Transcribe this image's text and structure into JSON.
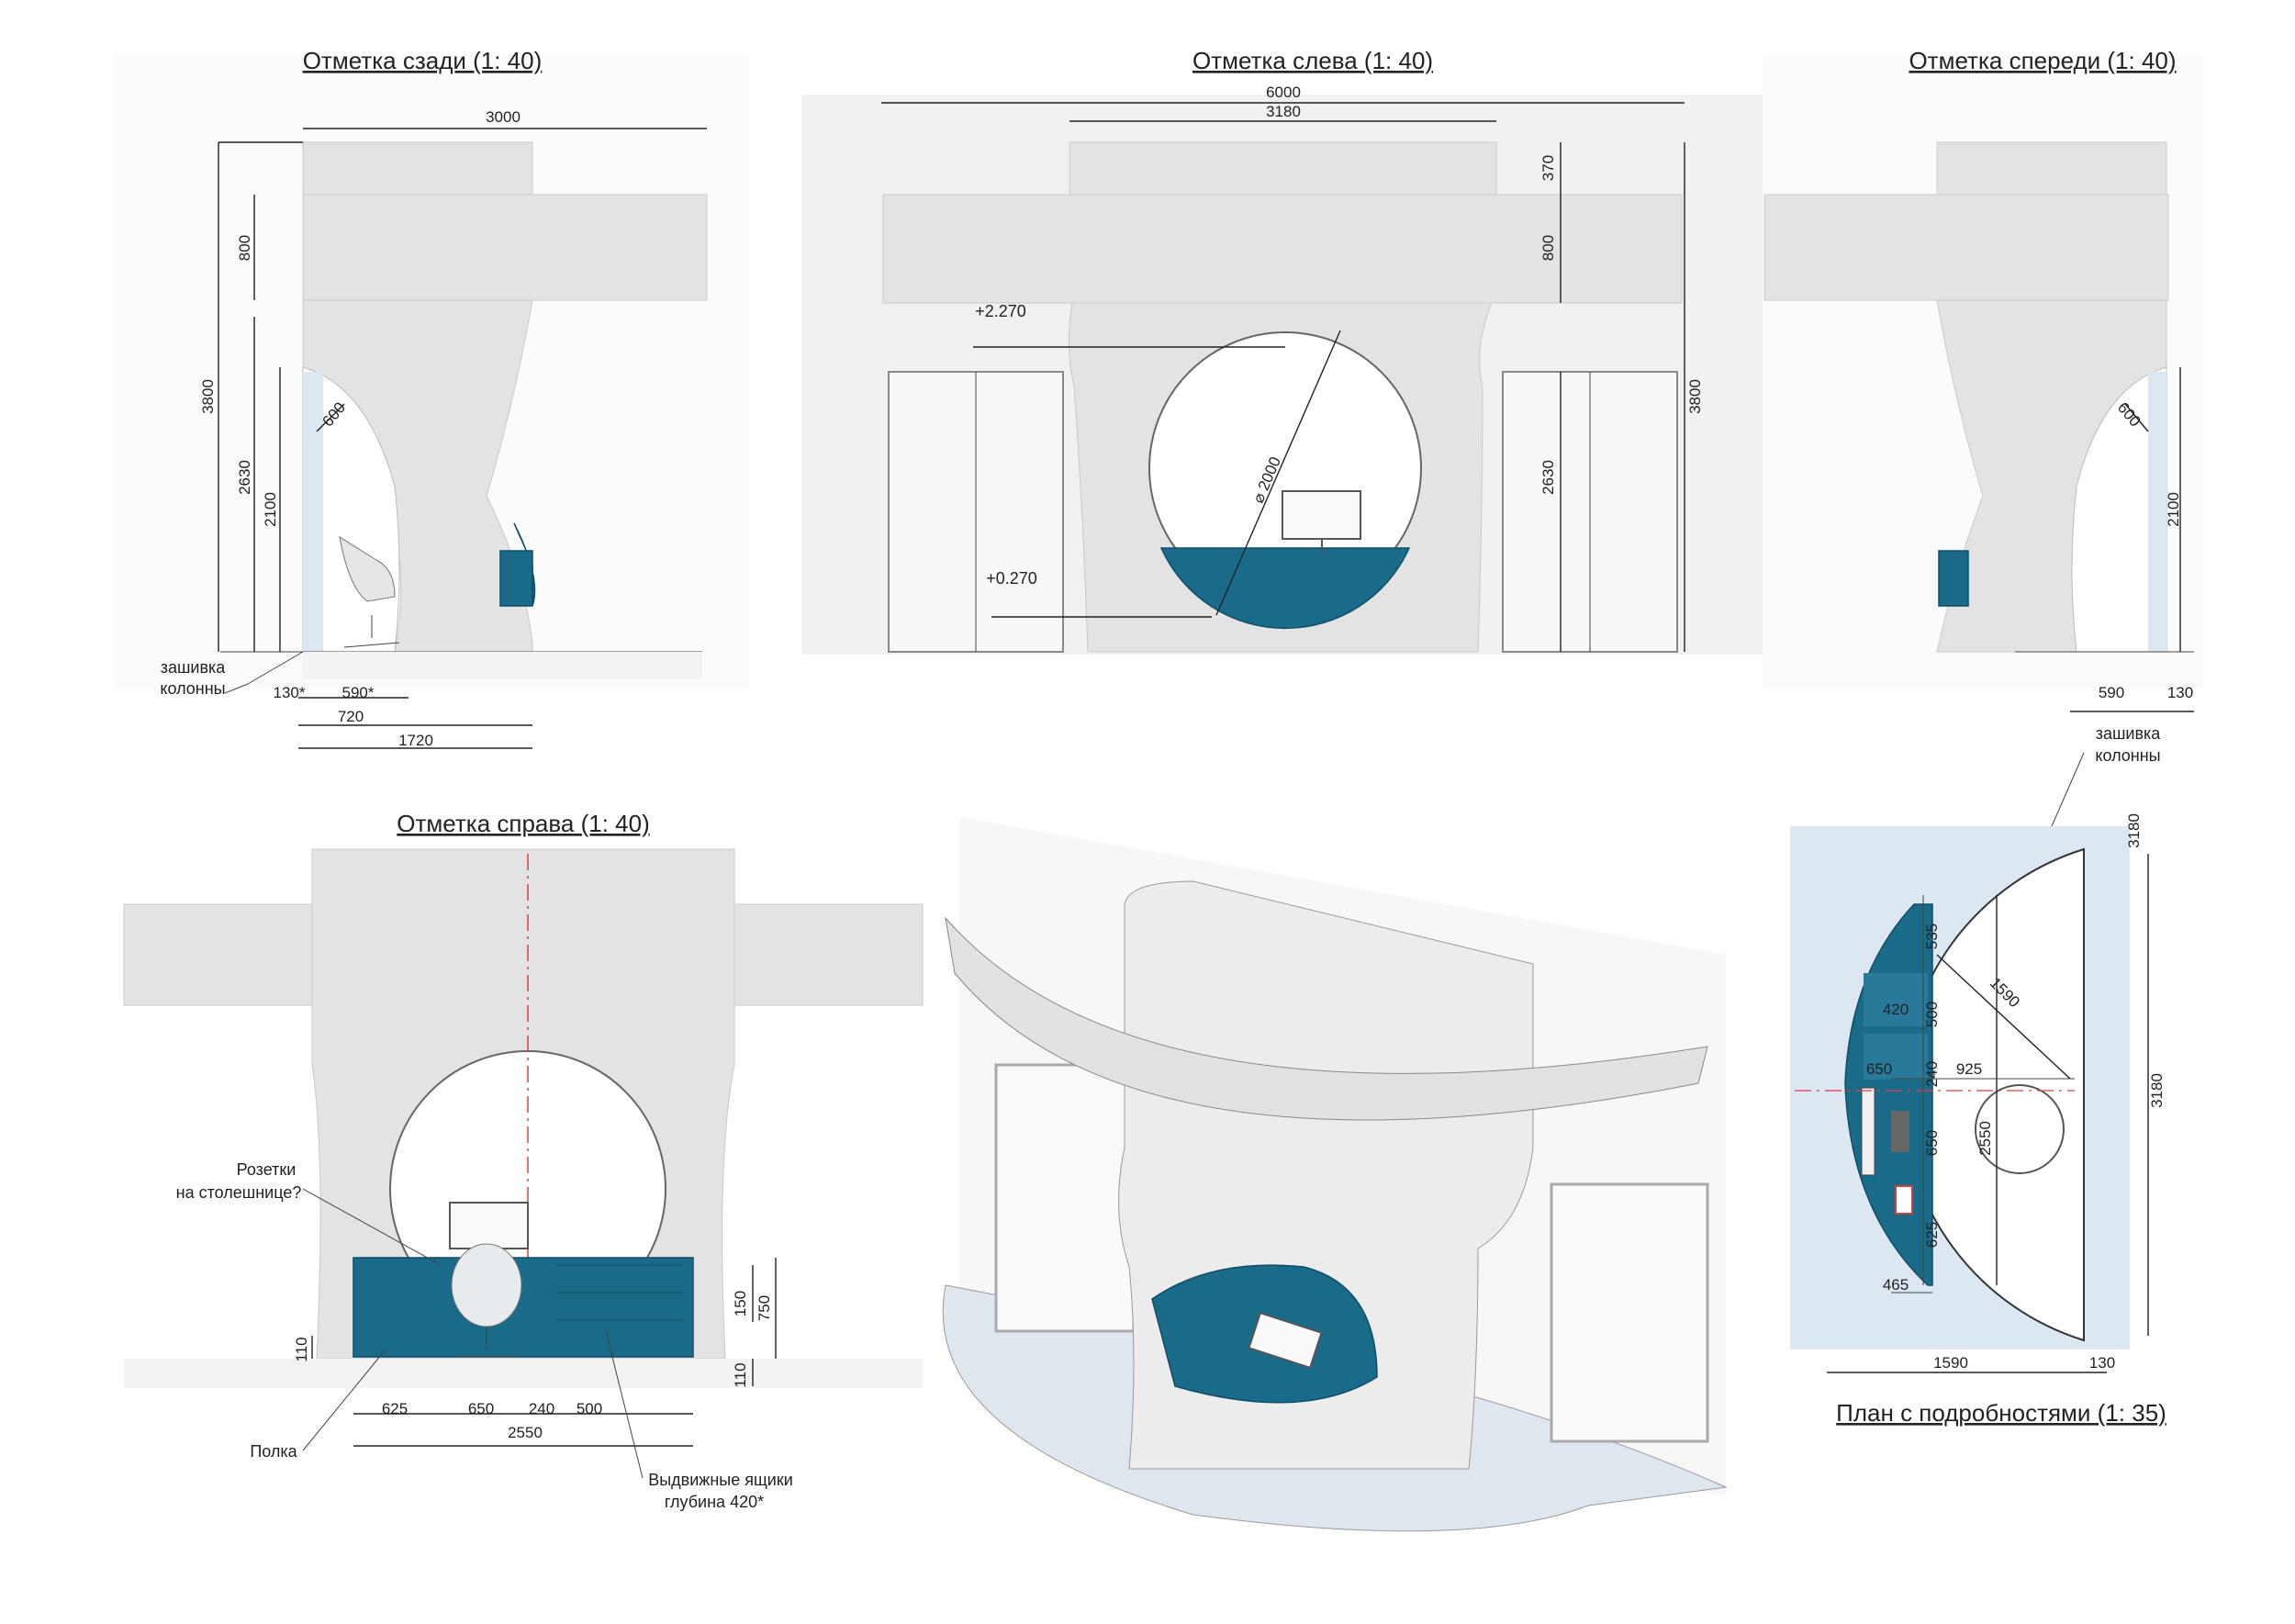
{
  "views": {
    "back": {
      "title": "Отметка сзади (1: 40)",
      "dims": [
        "3000",
        "800",
        "3800",
        "2630",
        "2100",
        "600",
        "130*",
        "590*",
        "720",
        "1720"
      ],
      "note": [
        "зашивка",
        "колонны"
      ]
    },
    "left": {
      "title": "Отметка слева (1: 40)",
      "dims": [
        "6000",
        "3180",
        "370",
        "800",
        "3800",
        "2630",
        "⌀ 2000"
      ],
      "levels": [
        "+2.270",
        "+0.270"
      ]
    },
    "front": {
      "title": "Отметка спереди (1: 40)",
      "dims": [
        "600",
        "2100",
        "590",
        "130"
      ]
    },
    "right": {
      "title": "Отметка справа (1: 40)",
      "dims": [
        "150",
        "750",
        "110",
        "110",
        "625",
        "650",
        "240",
        "500",
        "2550"
      ],
      "notes": {
        "sockets": [
          "Розетки",
          "на столешнице?"
        ],
        "shelf": "Полка",
        "drawers": [
          "Выдвижные ящики",
          "глубина 420*"
        ]
      }
    },
    "plan": {
      "title": "План с подробностями (1: 35)",
      "dims": [
        "3180",
        "1590",
        "535",
        "500",
        "420",
        "650",
        "925",
        "240",
        "650",
        "625",
        "2550",
        "465",
        "3180",
        "1590",
        "130"
      ],
      "note": [
        "зашивка",
        "колонны"
      ]
    }
  },
  "colors": {
    "teal": "#1a6a8a",
    "concrete": "#e3e3e3",
    "line": "#222222"
  }
}
